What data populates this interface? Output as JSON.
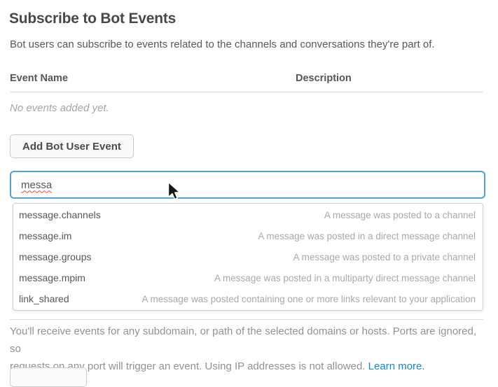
{
  "page": {
    "title": "Subscribe to Bot Events",
    "subtitle": "Bot users can subscribe to events related to the channels and conversations they're part of."
  },
  "table": {
    "columns": [
      "Event Name",
      "Description"
    ],
    "empty_state": "No events added yet."
  },
  "actions": {
    "add_button_label": "Add Bot User Event"
  },
  "search": {
    "value": "messa"
  },
  "dropdown": {
    "items": [
      {
        "name": "message.channels",
        "description": "A message was posted to a channel"
      },
      {
        "name": "message.im",
        "description": "A message was posted in a direct message channel"
      },
      {
        "name": "message.groups",
        "description": "A message was posted to a private channel"
      },
      {
        "name": "message.mpim",
        "description": "A message was posted in a multiparty direct message channel"
      },
      {
        "name": "link_shared",
        "description": "A message was posted containing one or more links relevant to your application"
      }
    ]
  },
  "footer": {
    "line1": "You'll receive events for any subdomain, or path of the selected domains or hosts. Ports are ignored, so",
    "line2": "requests on any port will trigger an event. Using IP addresses is not allowed.",
    "link_label": "Learn more."
  },
  "colors": {
    "accent_blue": "#4fa1d7",
    "link_blue": "#1488cb",
    "title_gray": "#47484c",
    "muted_gray": "#a5a5a5"
  }
}
